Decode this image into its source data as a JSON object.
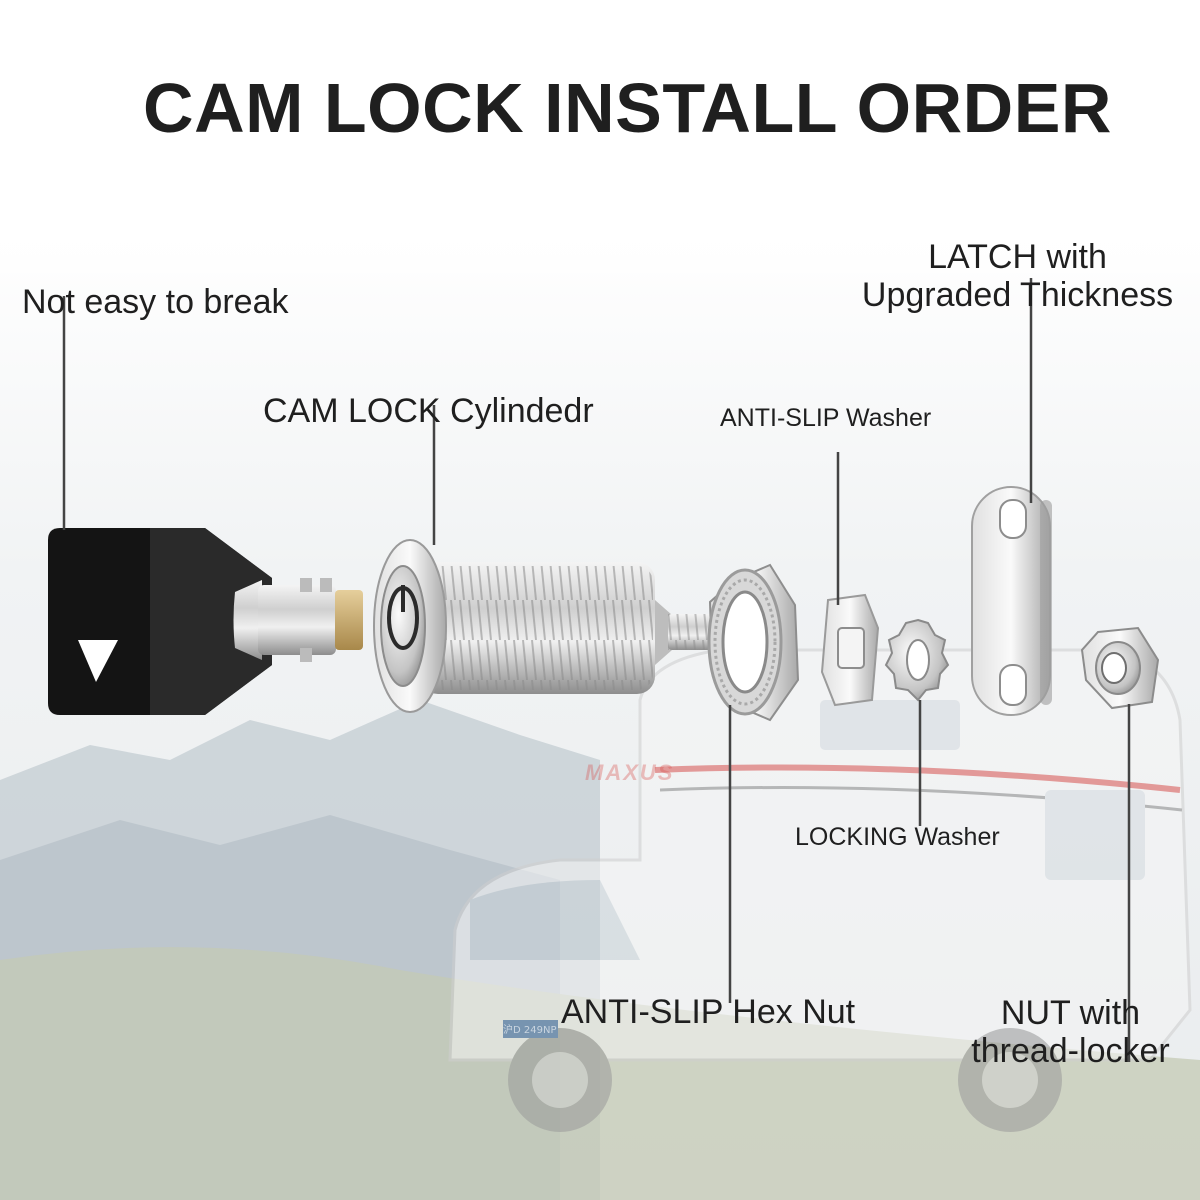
{
  "title": "CAM LOCK INSTALL ORDER",
  "labels": {
    "key": "Not easy to break",
    "cylinder": "CAM LOCK Cylindedr",
    "anti_slip_washer": "ANTI-SLIP Washer",
    "latch_line1": "LATCH with",
    "latch_line2": "Upgraded Thickness",
    "locking_washer": "LOCKING Washer",
    "hex_nut": "ANTI-SLIP Hex Nut",
    "nut_line1": "NUT with",
    "nut_line2": "thread-locker"
  },
  "colors": {
    "title_text": "#1f1f1f",
    "leader_line": "#444444",
    "key_black": "#111111",
    "metal_light": "#e8e8e8",
    "metal_mid": "#b9b9b9",
    "metal_dark": "#7d7d7d",
    "brass": "#c9a86a",
    "sky": "#eef1f3",
    "mountain": "#aab5bd",
    "grass": "#b8bfa8",
    "van_white": "#f2f2f2",
    "van_stripe": "#d9534f"
  },
  "background_elements": [
    "mountain-range",
    "grass-field",
    "camper-van"
  ],
  "van_brand_text": "MAXUS",
  "plate_text": "沪D 249NP"
}
